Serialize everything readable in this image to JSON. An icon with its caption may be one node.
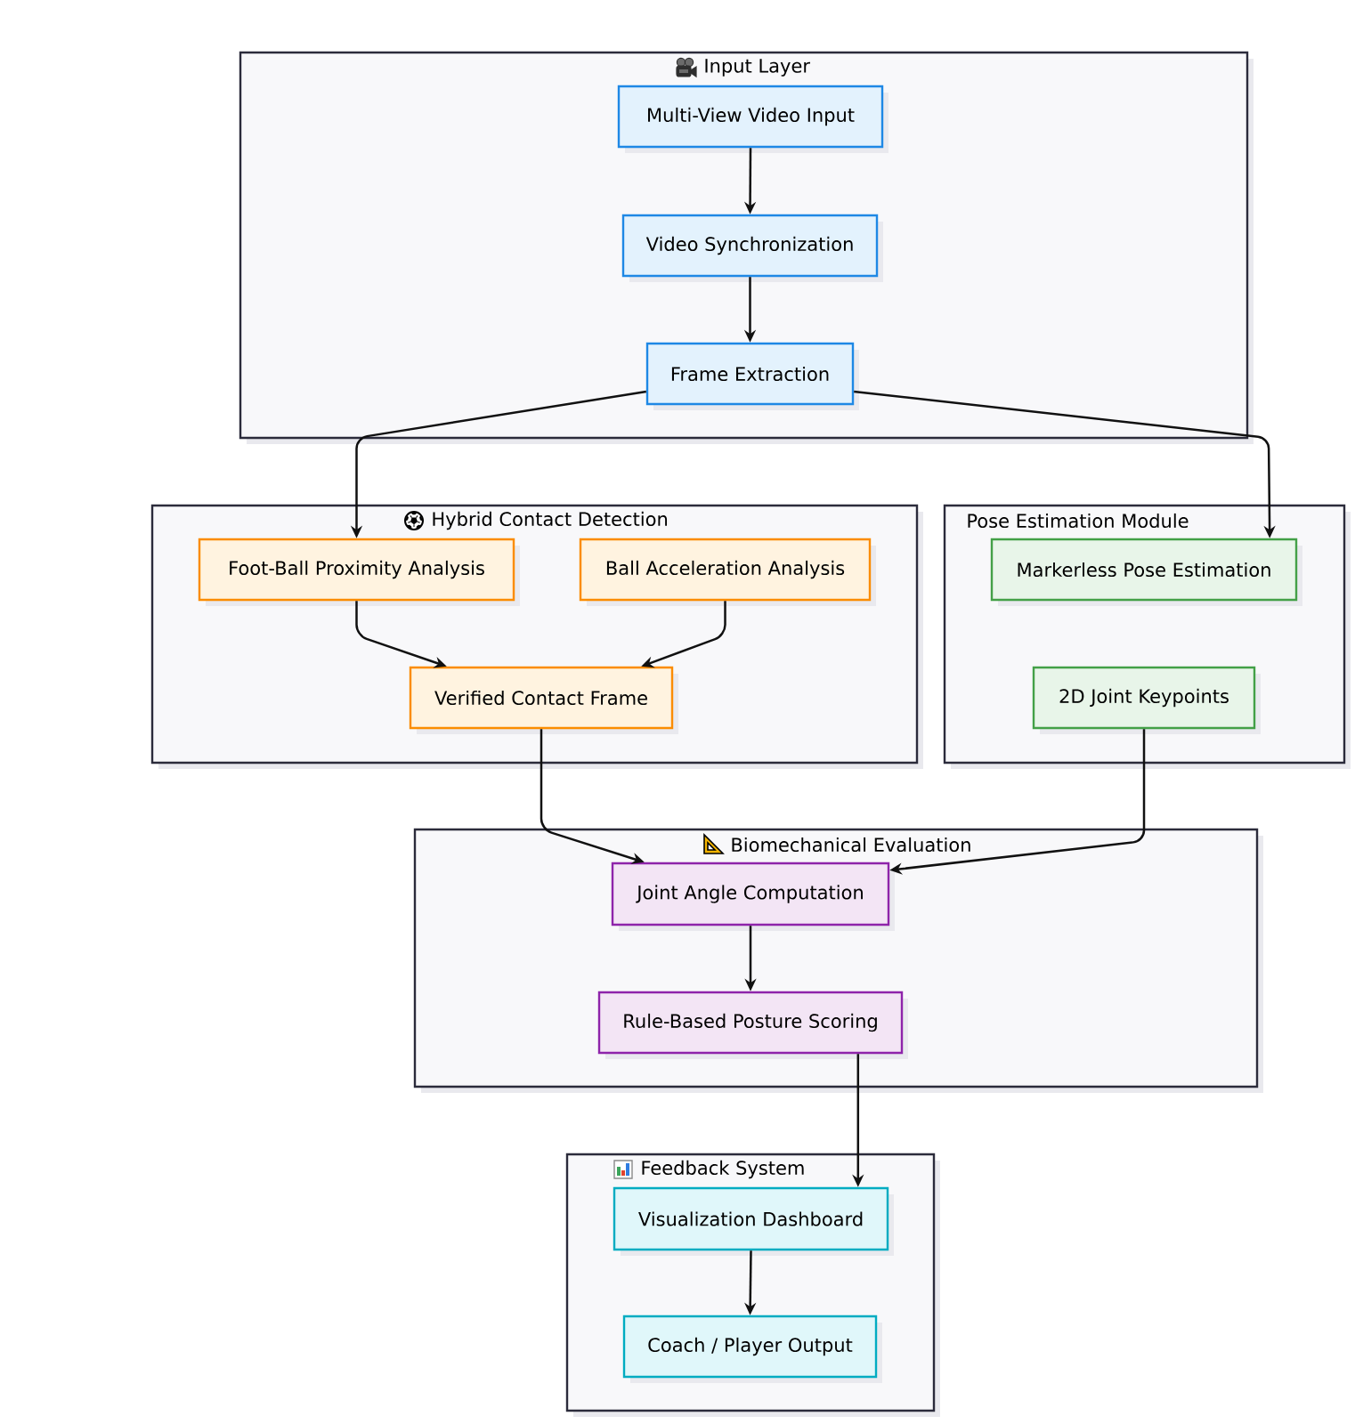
{
  "diagram": {
    "nodes": [
      {
        "text": [
          "Input Layer"
        ]
      },
      {
        "text": [
          "Multi-View Video Input"
        ],
        "in": 0
      },
      {
        "text": [
          "Video Synchronization"
        ],
        "in": 0
      },
      {
        "text": [
          "Frame Extraction"
        ],
        "in": 0
      },
      {
        "text": [
          "Hybrid Contact Detection"
        ]
      },
      {
        "text": [
          "Foot-Ball Proximity Analysis"
        ],
        "in": 4
      },
      {
        "text": [
          "Ball Acceleration Analysis"
        ],
        "in": 4
      },
      {
        "text": [
          "Verified Contact Frame"
        ],
        "in": 4
      },
      {
        "text": [
          "Pose Estimation Module"
        ]
      },
      {
        "text": [
          "Markerless Pose Estimation"
        ],
        "in": 8
      },
      {
        "text": [
          "2D Joint Keypoints"
        ],
        "in": 8
      },
      {
        "text": [
          "Biomechanical Evaluation"
        ]
      },
      {
        "text": [
          "Joint Angle Computation"
        ],
        "in": 11
      },
      {
        "text": [
          "Rule-Based Posture Scoring"
        ],
        "in": 11
      },
      {
        "text": [
          "Feedback System"
        ]
      },
      {
        "text": [
          "Visualization Dashboard"
        ],
        "in": 14
      },
      {
        "text": [
          "Coach / Player Output"
        ],
        "in": 14
      }
    ],
    "edges": [
      {
        "from": 1,
        "to": 2,
        "arrow": "to"
      },
      {
        "from": 2,
        "to": 3,
        "arrow": "to"
      },
      {
        "from": 3,
        "to": 5,
        "arrow": "to"
      },
      {
        "from": 3,
        "to": 9,
        "arrow": "to"
      },
      {
        "from": 5,
        "to": 7,
        "arrow": "to"
      },
      {
        "from": 6,
        "to": 7,
        "arrow": "to"
      },
      {
        "from": 7,
        "to": 12,
        "arrow": "to"
      },
      {
        "from": 10,
        "to": 12,
        "arrow": "to"
      },
      {
        "from": 12,
        "to": 13,
        "arrow": "to"
      },
      {
        "from": 13,
        "to": 15,
        "arrow": "to"
      },
      {
        "from": 15,
        "to": 16,
        "arrow": "to"
      }
    ]
  }
}
